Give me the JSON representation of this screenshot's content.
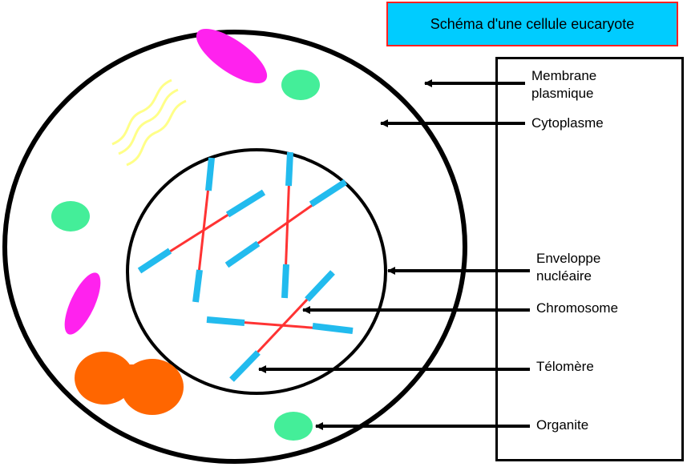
{
  "title": "Schéma d'une cellule eucaryote",
  "labels": {
    "membrane": "Membrane plasmique",
    "cytoplasme": "Cytoplasme",
    "enveloppe": "Enveloppe nucléaire",
    "chromosome": "Chromosome",
    "telomere": "Télomère",
    "organite": "Organite"
  },
  "colors": {
    "title_fill": "#00ccff",
    "title_border": "#ff2020",
    "chromatid": "#ff3333",
    "telomere": "#22bbee",
    "organite_green": "#44ee99",
    "organite_magenta": "#ff22ee",
    "organite_orange": "#ff6600",
    "golgi_yellow": "#ffff88"
  }
}
